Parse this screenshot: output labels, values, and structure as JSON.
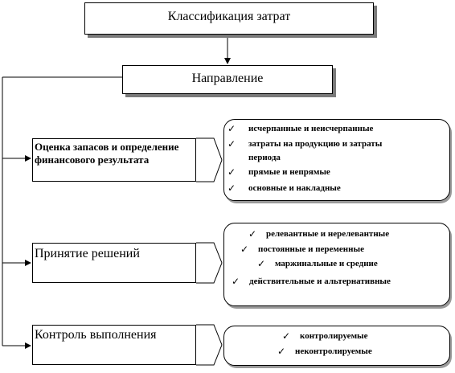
{
  "title": "Классификация затрат",
  "direction": "Направление",
  "check_symbol": "✓",
  "categories": [
    {
      "label": "Оценка запасов и определение финансового результата",
      "items": [
        "исчерпанные и неисчерпанные",
        "затраты на продукцию и затраты",
        "периода",
        "прямые и непрямые",
        "основные и накладные"
      ]
    },
    {
      "label": "Принятие решений",
      "items": [
        "релевантные и нерелевантные",
        "постоянные и переменные",
        "маржинальные и средние",
        "действительные и альтернативные"
      ]
    },
    {
      "label": "Контроль выполнения",
      "items": [
        "контролируемые",
        "неконтролируемые"
      ]
    }
  ]
}
